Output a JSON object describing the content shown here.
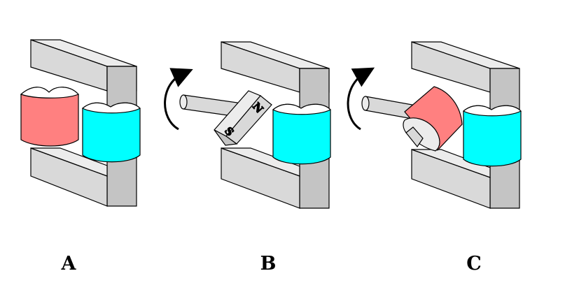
{
  "labels": {
    "a": "A",
    "b": "B",
    "c": "C"
  },
  "magnet": {
    "north": "N",
    "south": "S"
  },
  "colors": {
    "yoke": "#d9d9d9",
    "yoke_side": "#c4c4c4",
    "yoke_top": "#ececec",
    "left_pole": "#ff8080",
    "right_pole": "#00ffff",
    "outline": "#000000",
    "background": "#ffffff"
  }
}
